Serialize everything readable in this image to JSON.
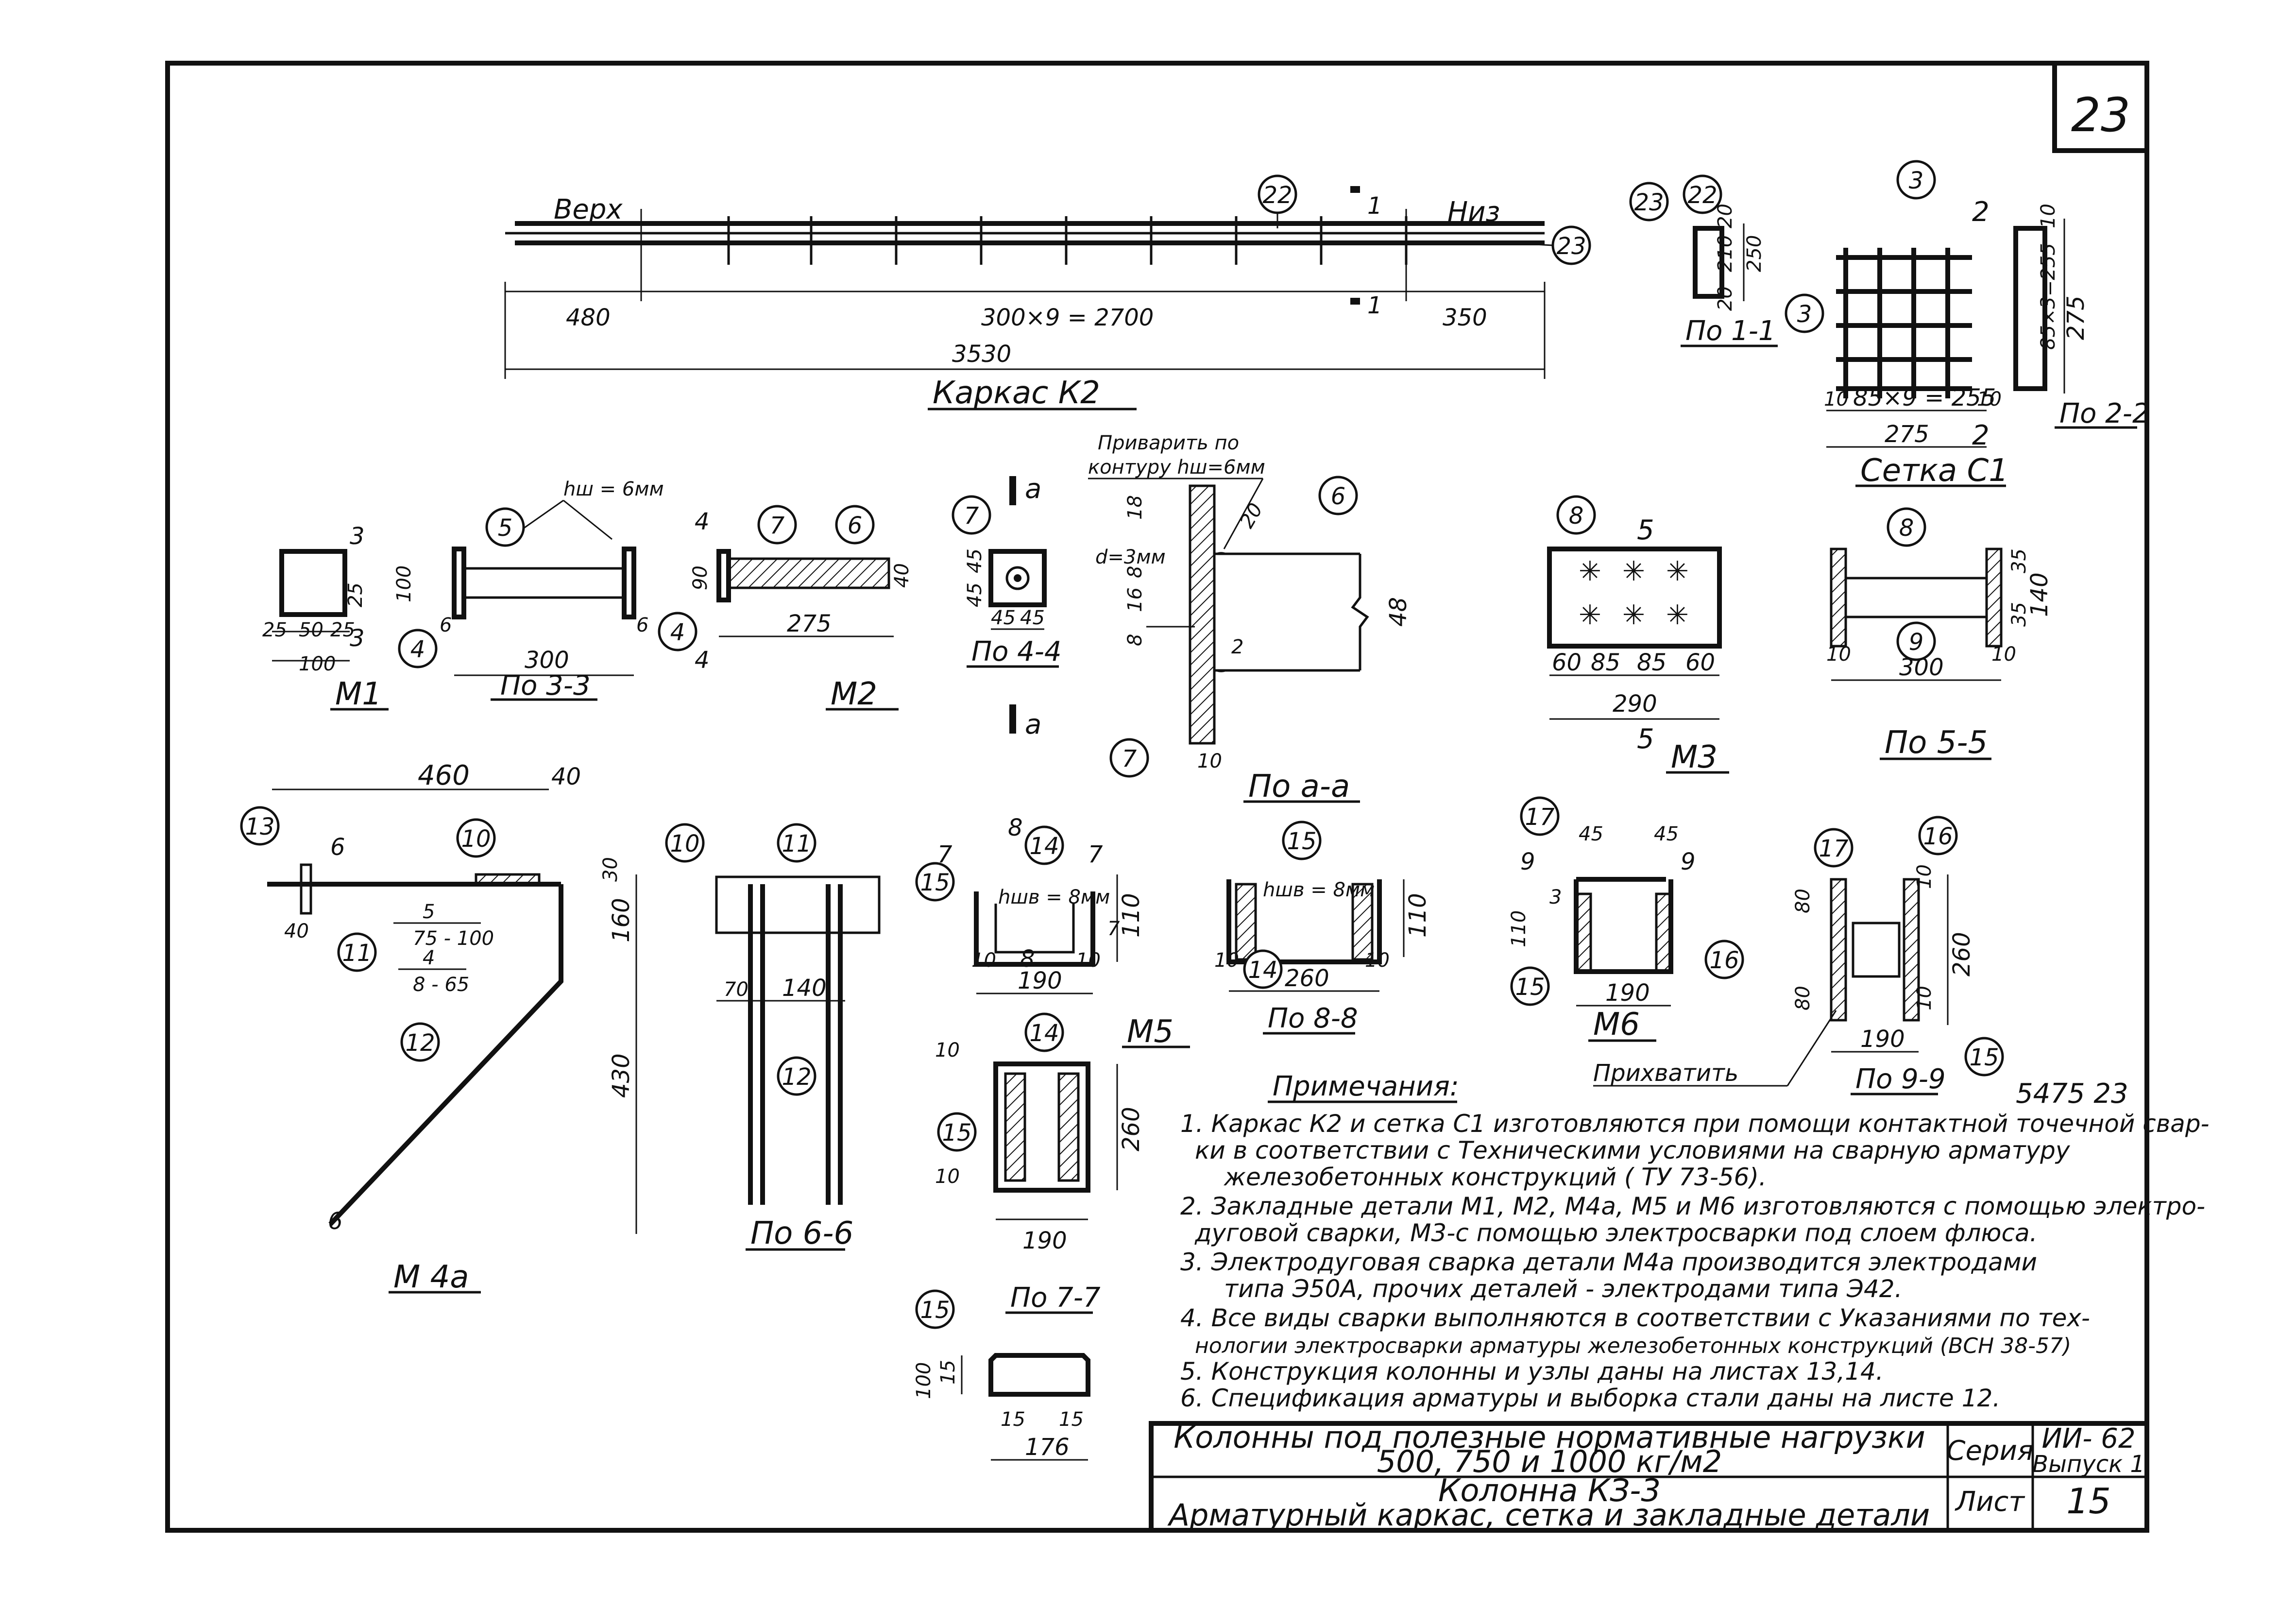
{
  "sheet_number": "23",
  "drawing_code": "5475 23",
  "weld_note_top": "hш = 6мм",
  "weld_contour_line1": "Приварить по",
  "weld_contour_line2": "контуру hш=6мм",
  "catch_label": "Прихватить",
  "views": {
    "k2": {
      "title": "Каркас К2",
      "top_label": "Верх",
      "bottom_label": "Низ",
      "dims": [
        "480",
        "300×9 = 2700",
        "350",
        "3530"
      ],
      "section_mark": "1"
    },
    "p11": {
      "title": "По 1-1",
      "dims": [
        "250",
        "210",
        "20",
        "20"
      ]
    },
    "c1": {
      "title": "Сетка С1",
      "dims": [
        "10",
        "85×9 = 255",
        "10",
        "275"
      ],
      "section_mark": "2"
    },
    "p22": {
      "title": "По 2-2",
      "dims": [
        "10",
        "85×3=255",
        "275"
      ]
    },
    "m1": {
      "title": "М1",
      "dims": [
        "25",
        "50",
        "25",
        "100",
        "100",
        "25"
      ],
      "section_mark": "3"
    },
    "p33": {
      "title": "По 3-3",
      "dims": [
        "300",
        "6",
        "6"
      ]
    },
    "m2": {
      "title": "М2",
      "dims": [
        "275",
        "90",
        "40"
      ],
      "section_mark": "4"
    },
    "p44": {
      "title": "По 4-4",
      "dims": [
        "45",
        "45",
        "45",
        "45"
      ],
      "section_mark": "a"
    },
    "paa": {
      "title": "По а-а",
      "dims": [
        "18",
        "8",
        "16",
        "8",
        "48",
        "10",
        "20",
        "2"
      ],
      "hole": "d=3мм"
    },
    "m3": {
      "title": "М3",
      "dims": [
        "60",
        "85",
        "85",
        "60",
        "290"
      ],
      "section_mark": "5"
    },
    "p55": {
      "title": "По 5-5",
      "dims": [
        "35",
        "140",
        "35",
        "10",
        "300",
        "10"
      ]
    },
    "m4a": {
      "title": "М 4а",
      "dims": [
        "460",
        "40",
        "30",
        "160",
        "430",
        "40"
      ],
      "weld1_top": "5",
      "weld1_bottom": "75 - 100",
      "weld2_top": "4",
      "weld2_bottom": "8 - 65",
      "section_mark": "6"
    },
    "p66": {
      "title": "По 6-6",
      "dims": [
        "70",
        "140"
      ]
    },
    "m5": {
      "title": "М5",
      "dims": [
        "110",
        "7",
        "10",
        "10",
        "190",
        "260",
        "190",
        "110",
        "10",
        "10"
      ],
      "section_mark_7": "7",
      "section_mark_8": "8",
      "weld": "hшв = 8мм"
    },
    "p77": {
      "title": "По 7-7",
      "dims": [
        "10",
        "10",
        "260",
        "190"
      ]
    },
    "p88": {
      "title": "По 8-8"
    },
    "m6": {
      "title": "М6",
      "dims": [
        "45",
        "45",
        "110",
        "3",
        "190"
      ],
      "section_mark": "9"
    },
    "p99": {
      "title": "По 9-9",
      "dims": [
        "80",
        "260",
        "80",
        "10",
        "10",
        "190"
      ]
    },
    "plate15": {
      "dims": [
        "100",
        "15",
        "15",
        "15",
        "176"
      ]
    }
  },
  "notes_title": "Примечания:",
  "notes": [
    "1. Каркас К2 и сетка С1 изготовляются при помощи контактной точечной свар-",
    "ки в соответствии с Техническими условиями на сварную арматуру",
    "железобетонных конструкций ( ТУ 73-56).",
    "2. Закладные детали М1, М2, М4а, М5 и М6 изготовляются с помощью электро-",
    "дуговой сварки, М3-с помощью электросварки под слоем флюса.",
    "3. Электродуговая сварка детали М4а производится электродами",
    "типа Э50А, прочих деталей - электродами типа Э42.",
    "4. Все виды сварки выполняются в соответствии с Указаниями по тех-",
    "нологии электросварки арматуры железобетонных конструкций (ВСН 38-57)",
    "5. Конструкция колонны и узлы даны на листах 13,14.",
    "6. Спецификация арматуры и выборка стали даны на листе 12."
  ],
  "title_block": {
    "project_line1": "Колонны под полезные нормативные нагрузки",
    "project_line2": "500, 750 и 1000 кг/м2",
    "series_label": "Серия",
    "series_value": "ИИ- 62",
    "issue_value": "Выпуск 1",
    "drawing_name": "Колонна КЗ-3",
    "drawing_desc": "Арматурный каркас, сетка и закладные детали",
    "sheet_label": "Лист",
    "sheet_value": "15"
  },
  "callouts": [
    "22",
    "22",
    "23",
    "23",
    "3",
    "3",
    "4",
    "4",
    "5",
    "6",
    "7",
    "7",
    "7",
    "8",
    "9",
    "10",
    "10",
    "11",
    "11",
    "12",
    "12",
    "13",
    "14",
    "14",
    "15",
    "15",
    "15",
    "15",
    "15",
    "15",
    "16",
    "16",
    "17",
    "17"
  ]
}
